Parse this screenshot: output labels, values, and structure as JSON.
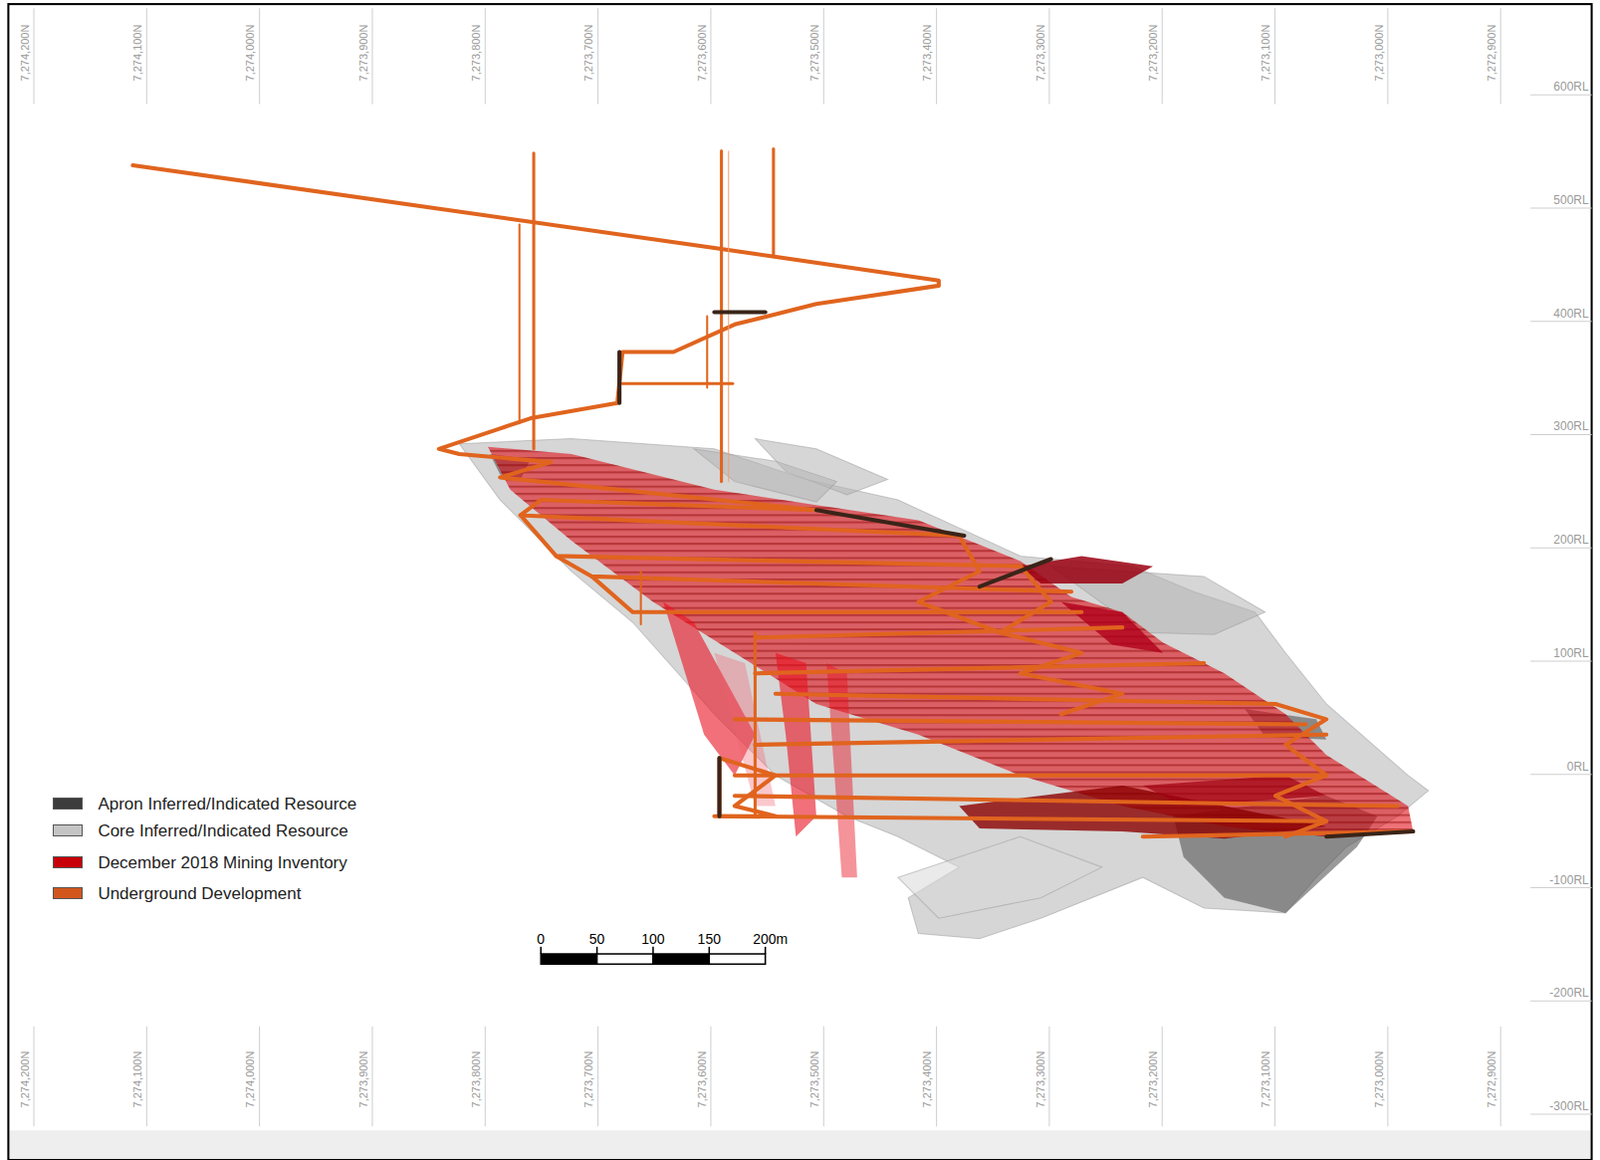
{
  "diagram": {
    "labels": [
      "7,274,200N",
      "7,274,100N",
      "7,274,000N",
      "7,273,900N",
      "7,273,800N",
      "7,273,700N",
      "7,273,600N",
      "7,273,500N",
      "7,273,400N",
      "7,273,300N",
      "7,273,200N",
      "7,273,100N",
      "7,273,000N",
      "7,272,900N",
      "7,274,200N",
      "7,274,100N",
      "7,274,000N",
      "7,273,900N",
      "7,273,800N",
      "7,273,700N",
      "7,273,600N",
      "7,273,500N",
      "7,273,400N",
      "7,273,300N",
      "7,273,200N",
      "7,273,100N",
      "7,273,000N",
      "7,272,900N",
      "600RL",
      "500RL",
      "400RL",
      "300RL",
      "200RL",
      "100RL",
      "0RL",
      "-100RL",
      "-200RL",
      "-300RL",
      "0",
      "50",
      "100",
      "150",
      "200m"
    ],
    "legend": [
      {
        "text": "Apron Inferred/Indicated Resource",
        "color": "#3c3c3c"
      },
      {
        "text": "Core Inferred/Indicated Resource",
        "color": "#c4c4c4"
      },
      {
        "text": "December 2018 Mining Inventory",
        "color": "#c8000a"
      },
      {
        "text": "Underground Development",
        "color": "#d2561c"
      }
    ]
  }
}
